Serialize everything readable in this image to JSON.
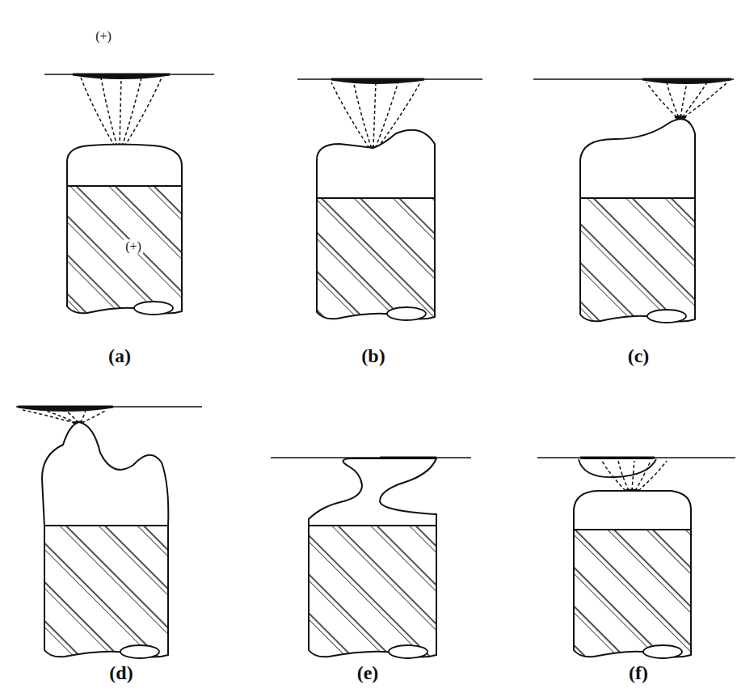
{
  "diagram": {
    "labels": [
      "(+)",
      "(+)",
      "(a)",
      "(b)",
      "(c)",
      "(d)",
      "(e)",
      "(f)"
    ]
  }
}
